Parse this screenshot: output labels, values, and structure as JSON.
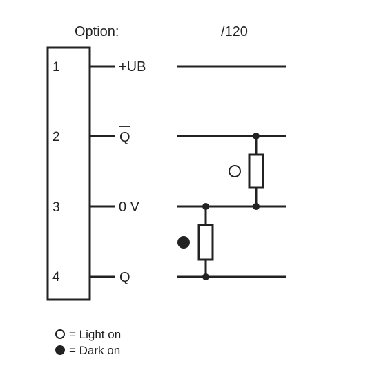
{
  "header": {
    "option_label": "Option:",
    "variant_label": "/120"
  },
  "pins": [
    {
      "number": "1",
      "signal": "+UB"
    },
    {
      "number": "2",
      "signal": "Q",
      "signal_overline": true
    },
    {
      "number": "3",
      "signal": "0 V"
    },
    {
      "number": "4",
      "signal": "Q"
    }
  ],
  "legend": [
    {
      "symbol": "open-circle",
      "text": "= Light on"
    },
    {
      "symbol": "filled-circle",
      "text": "= Dark on"
    }
  ],
  "colors": {
    "line": "#222222",
    "background": "#ffffff"
  }
}
